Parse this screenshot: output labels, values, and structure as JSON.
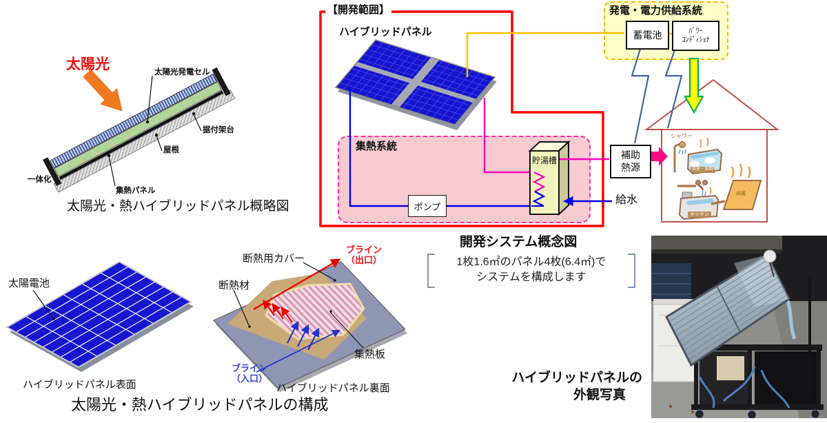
{
  "schematic": {
    "caption": "太陽光・熱ハイブリッドパネル概略図",
    "sunlight_label": "太陽光",
    "labels": {
      "pv_cell": "太陽光発電セル",
      "mount": "据付架台",
      "roof": "屋根",
      "heat_panel": "集熱パネル",
      "integrated": "一体化"
    }
  },
  "system": {
    "caption": "開発システム概念図",
    "scope_label": "【開発範囲】",
    "panel_label": "ハイブリッドパネル",
    "power": {
      "title": "発電・電力供給系統",
      "battery": "蓄電池",
      "conditioner_line1": "ﾊﾟﾜｰ",
      "conditioner_line2": "ｺﾝﾃﾞｨｼｮﾅ"
    },
    "thermal": {
      "title": "集熱系統",
      "pump": "ポンプ",
      "tank": "貯湯槽"
    },
    "aux_heat_line1": "補助",
    "aux_heat_line2": "熱源",
    "water_supply": "給水",
    "house": {
      "shower": "シャワー",
      "bath": "浴室・洗面所",
      "kitchen": "キッチン",
      "floor_heating": "床暖"
    },
    "note_line1": "1枚1.6㎡のパネル4枚(6.4㎡)で",
    "note_line2": "システムを構成します"
  },
  "construction": {
    "caption": "太陽光・熱ハイブリッドパネルの構成",
    "front": {
      "caption": "ハイブリッドパネル表面",
      "solar_cell": "太陽電池"
    },
    "back": {
      "caption": "ハイブリッドパネル裏面",
      "cover": "断熱用カバー",
      "insulation": "断熱材",
      "heat_plate": "集熱板",
      "brine_out_line1": "ブライン",
      "brine_out_line2": "（出口）",
      "brine_in_line1": "ブライン",
      "brine_in_line2": "（入口）"
    }
  },
  "photo": {
    "caption_line1": "ハイブリッドパネルの",
    "caption_line2": "外観写真"
  },
  "colors": {
    "scope_border": "#FF0000",
    "thermal_box_border": "#FF2DA0",
    "thermal_box_fill": "#F8CBD1",
    "power_box_border": "#FFB800",
    "power_box_fill": "#FFFFC8",
    "hot_line": "#FF00BB",
    "cold_line": "#0000EE",
    "electric_line": "#FFC000",
    "bolt_line": "#3A66A8",
    "panel_blue": "#1414CE",
    "house_outline": "#C0504D",
    "sun_arrow": "#F07820",
    "supply_arrow_fill": "#FFFF00",
    "supply_arrow_border": "#00B050"
  }
}
